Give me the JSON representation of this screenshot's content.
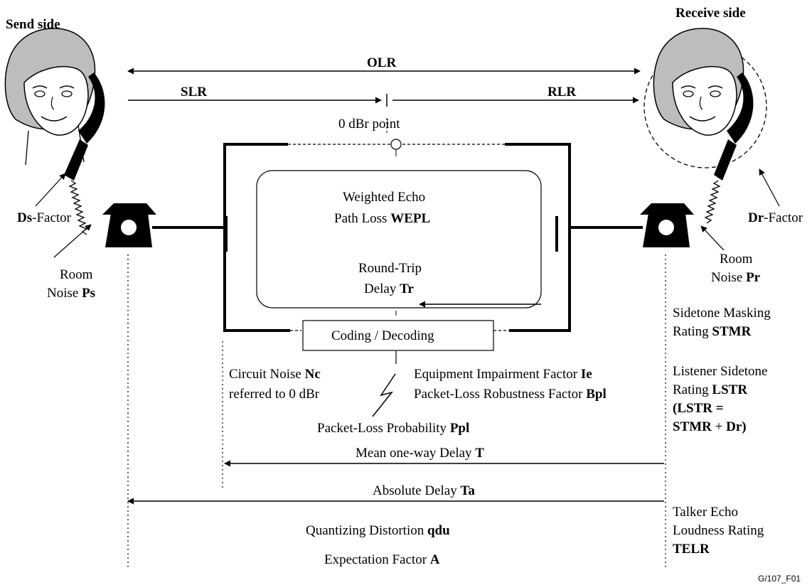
{
  "send_side": {
    "title": "Send side",
    "factor_bold": "Ds",
    "factor_rest": "-Factor",
    "room_line1": "Room",
    "room_line2": "Noise ",
    "room_bold": "Ps"
  },
  "receive_side": {
    "title": "Receive side",
    "factor_bold": "Dr",
    "factor_rest": "-Factor",
    "room_line1": "Room",
    "room_line2": "Noise ",
    "room_bold": "Pr"
  },
  "ratings": {
    "olr": "OLR",
    "slr": "SLR",
    "rlr": "RLR",
    "ref_point": "0 dBr point"
  },
  "echo": {
    "line1": "Weighted Echo",
    "line2": "Path Loss ",
    "line2_bold": "WEPL",
    "rt_line1": "Round-Trip",
    "rt_line2": "Delay ",
    "rt_bold": "Tr"
  },
  "codec": {
    "label": "Coding / Decoding"
  },
  "circuit_noise": {
    "line1": "Circuit Noise ",
    "line1_bold": "Nc",
    "line2": "referred to 0 dBr"
  },
  "equipment": {
    "line1": "Equipment Impairment Factor ",
    "line1_bold": "Ie",
    "line2": "Packet-Loss Robustness Factor ",
    "line2_bold": "Bpl"
  },
  "packet_loss": {
    "text": "Packet-Loss Probability ",
    "bold": "Ppl"
  },
  "stmr": {
    "line1": "Sidetone Masking",
    "line2": "Rating ",
    "line2_bold": "STMR"
  },
  "lstr": {
    "line1": "Listener Sidetone",
    "line2": "Rating ",
    "line2_bold": "LSTR",
    "line3": "(LSTR =",
    "line4": "STMR",
    "line4_plus": " + ",
    "line4_end": "Dr)"
  },
  "delays": {
    "mean_text": "Mean one-way Delay ",
    "mean_bold": "T",
    "abs_text": "Absolute Delay ",
    "abs_bold": "Ta"
  },
  "quantizing": {
    "text": "Quantizing Distortion ",
    "bold": "qdu"
  },
  "expectation": {
    "text": "Expectation Factor ",
    "bold": "A"
  },
  "telr": {
    "line1": "Talker Echo",
    "line2": "Loudness Rating",
    "line3": "TELR"
  },
  "figure_id": "G/107_F01"
}
